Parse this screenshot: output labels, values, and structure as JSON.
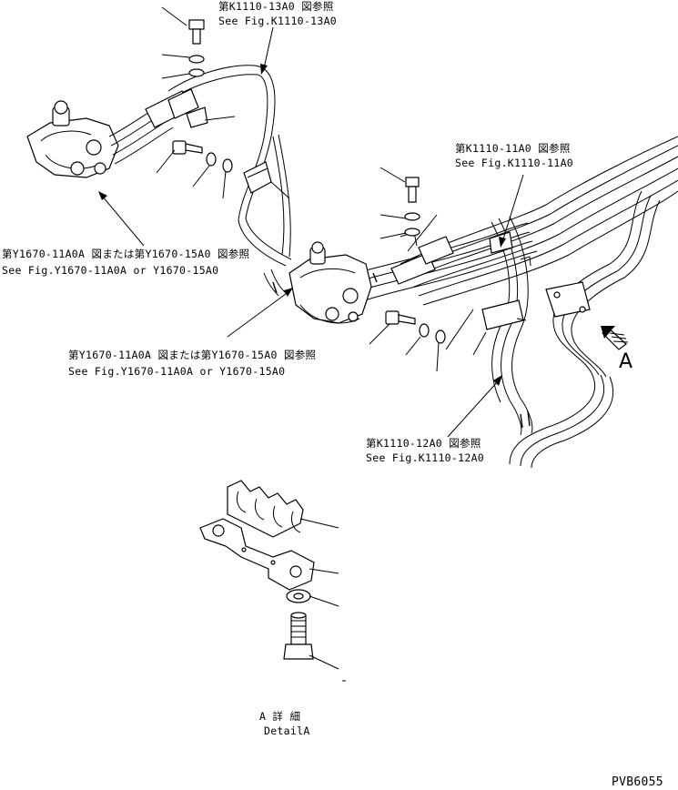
{
  "callouts": {
    "k1110_13a0": {
      "jp": "第K1110-13A0 図参照",
      "en": "See Fig.K1110-13A0"
    },
    "k1110_11a0": {
      "jp": "第K1110-11A0 図参照",
      "en": "See Fig.K1110-11A0"
    },
    "y1670_left": {
      "jp": "第Y1670-11A0A 図または第Y1670-15A0 図参照",
      "en": "See Fig.Y1670-11A0A or Y1670-15A0"
    },
    "y1670_center": {
      "jp": "第Y1670-11A0A 図または第Y1670-15A0 図参照",
      "en": "See Fig.Y1670-11A0A or Y1670-15A0"
    },
    "k1110_12a0": {
      "jp": "第K1110-12A0 図参照",
      "en": "See Fig.K1110-12A0"
    }
  },
  "view_marker": "A",
  "detail": {
    "jp": "A 詳 細",
    "en": "DetailA"
  },
  "drawing_id": "PVB6055"
}
